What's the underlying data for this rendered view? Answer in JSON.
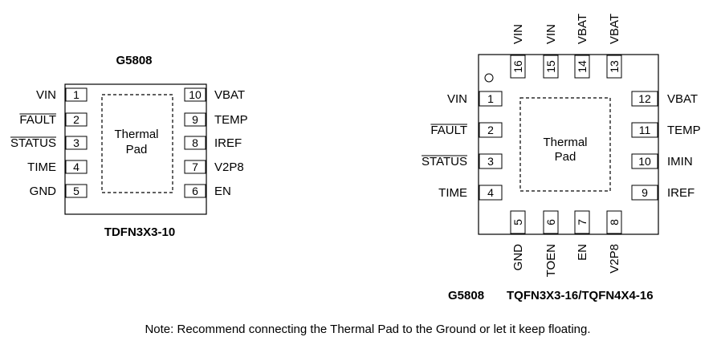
{
  "tdfn": {
    "title": "G5808",
    "package": "TDFN3X3-10",
    "pad_lines": [
      "Thermal",
      "Pad"
    ],
    "left_pins": [
      {
        "num": "1",
        "name": "VIN",
        "overline": false
      },
      {
        "num": "2",
        "name": "FAULT",
        "overline": true
      },
      {
        "num": "3",
        "name": "STATUS",
        "overline": true
      },
      {
        "num": "4",
        "name": "TIME",
        "overline": false
      },
      {
        "num": "5",
        "name": "GND",
        "overline": false
      }
    ],
    "right_pins": [
      {
        "num": "10",
        "name": "VBAT"
      },
      {
        "num": "9",
        "name": "TEMP"
      },
      {
        "num": "8",
        "name": "IREF"
      },
      {
        "num": "7",
        "name": "V2P8"
      },
      {
        "num": "6",
        "name": "EN"
      }
    ]
  },
  "tqfn": {
    "title": "G5808",
    "package": "TQFN3X3-16/TQFN4X4-16",
    "pad_lines": [
      "Thermal",
      "Pad"
    ],
    "top_pins": [
      {
        "num": "16",
        "name": "VIN"
      },
      {
        "num": "15",
        "name": "VIN"
      },
      {
        "num": "14",
        "name": "VBAT"
      },
      {
        "num": "13",
        "name": "VBAT"
      }
    ],
    "left_pins": [
      {
        "num": "1",
        "name": "VIN",
        "overline": false
      },
      {
        "num": "2",
        "name": "FAULT",
        "overline": true
      },
      {
        "num": "3",
        "name": "STATUS",
        "overline": true
      },
      {
        "num": "4",
        "name": "TIME",
        "overline": false
      }
    ],
    "right_pins": [
      {
        "num": "12",
        "name": "VBAT"
      },
      {
        "num": "11",
        "name": "TEMP"
      },
      {
        "num": "10",
        "name": "IMIN"
      },
      {
        "num": "9",
        "name": "IREF"
      }
    ],
    "bottom_pins": [
      {
        "num": "5",
        "name": "GND"
      },
      {
        "num": "6",
        "name": "TOEN"
      },
      {
        "num": "7",
        "name": "EN"
      },
      {
        "num": "8",
        "name": "V2P8"
      }
    ]
  },
  "note": "Note: Recommend connecting the Thermal Pad to the Ground  or let it keep floating."
}
